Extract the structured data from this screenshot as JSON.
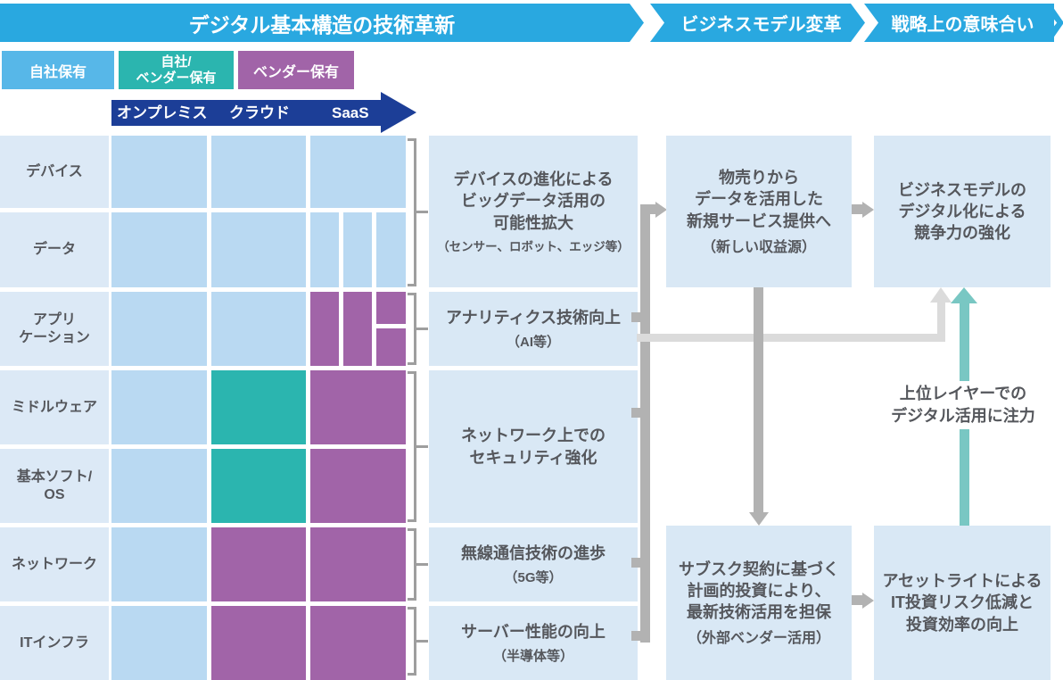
{
  "colors": {
    "header": "#29A8E0",
    "legend_own": "#57B7E8",
    "own": "#B9D9F2",
    "shared": "#2BB5AF",
    "vendor": "#A164A8",
    "navy": "#1C3E97",
    "box_bg": "#D9E8F5",
    "label_cell": "#DCE9F6",
    "conn": "#B2B2B2",
    "conn_light": "#DBDBDB",
    "teal_arrow": "#79C7C3",
    "text": "#55575C",
    "bracket": "#9E9E9E",
    "note_bg": "#FFFFFF"
  },
  "header": {
    "segments": [
      {
        "label": "デジタル基本構造の技術革新"
      },
      {
        "label": "ビジネスモデル変革"
      },
      {
        "label": "戦略上の意味合い"
      }
    ]
  },
  "legend": {
    "items": [
      {
        "label": "自社保有",
        "ownership": "legend_own"
      },
      {
        "label": "自社/\nベンダー保有",
        "ownership": "shared"
      },
      {
        "label": "ベンダー保有",
        "ownership": "vendor"
      }
    ]
  },
  "axis": {
    "labels": [
      "オンプレミス",
      "クラウド",
      "SaaS"
    ]
  },
  "grid": {
    "rows": [
      {
        "label": "デバイス",
        "cells": [
          "own",
          "own",
          "own"
        ]
      },
      {
        "label": "データ",
        "cells": [
          "own",
          "own",
          "own"
        ],
        "saas_split": "v"
      },
      {
        "label": "アプリ\nケーション",
        "cells": [
          "own",
          "own",
          "vendor"
        ],
        "saas_split": "vh"
      },
      {
        "label": "ミドルウェア",
        "cells": [
          "own",
          "shared",
          "vendor"
        ]
      },
      {
        "label": "基本ソフト/\nOS",
        "cells": [
          "own",
          "shared",
          "vendor"
        ]
      },
      {
        "label": "ネットワーク",
        "cells": [
          "own",
          "vendor",
          "vendor"
        ]
      },
      {
        "label": "ITインフラ",
        "cells": [
          "own",
          "vendor",
          "vendor"
        ]
      }
    ]
  },
  "middle_boxes": [
    {
      "main": "デバイスの進化による\nビッグデータ活用の\n可能性拡大",
      "sub": "（センサー、ロボット、エッジ等）"
    },
    {
      "main": "アナリティクス技術向上",
      "sub": "（AI等）"
    },
    {
      "main": "ネットワーク上での\nセキュリティ強化",
      "sub": ""
    },
    {
      "main": "無線通信技術の進歩",
      "sub": "（5G等）"
    },
    {
      "main": "サーバー性能の向上",
      "sub": "（半導体等）"
    }
  ],
  "flow": {
    "business_shift": {
      "main": "物売りから\nデータを活用した\n新規サービス提供へ",
      "sub": "（新しい収益源）"
    },
    "competitiveness": {
      "main": "ビジネスモデルの\nデジタル化による\n競争力の強化"
    },
    "subscription": {
      "main": "サブスク契約に基づく\n計画的投資により、\n最新技術活用を担保",
      "sub": "（外部ベンダー活用）"
    },
    "asset_light": {
      "main": "アセットライトによる\nIT投資リスク低減と\n投資効率の向上"
    },
    "note": {
      "text": "上位レイヤーでの\nデジタル活用に注力"
    }
  }
}
